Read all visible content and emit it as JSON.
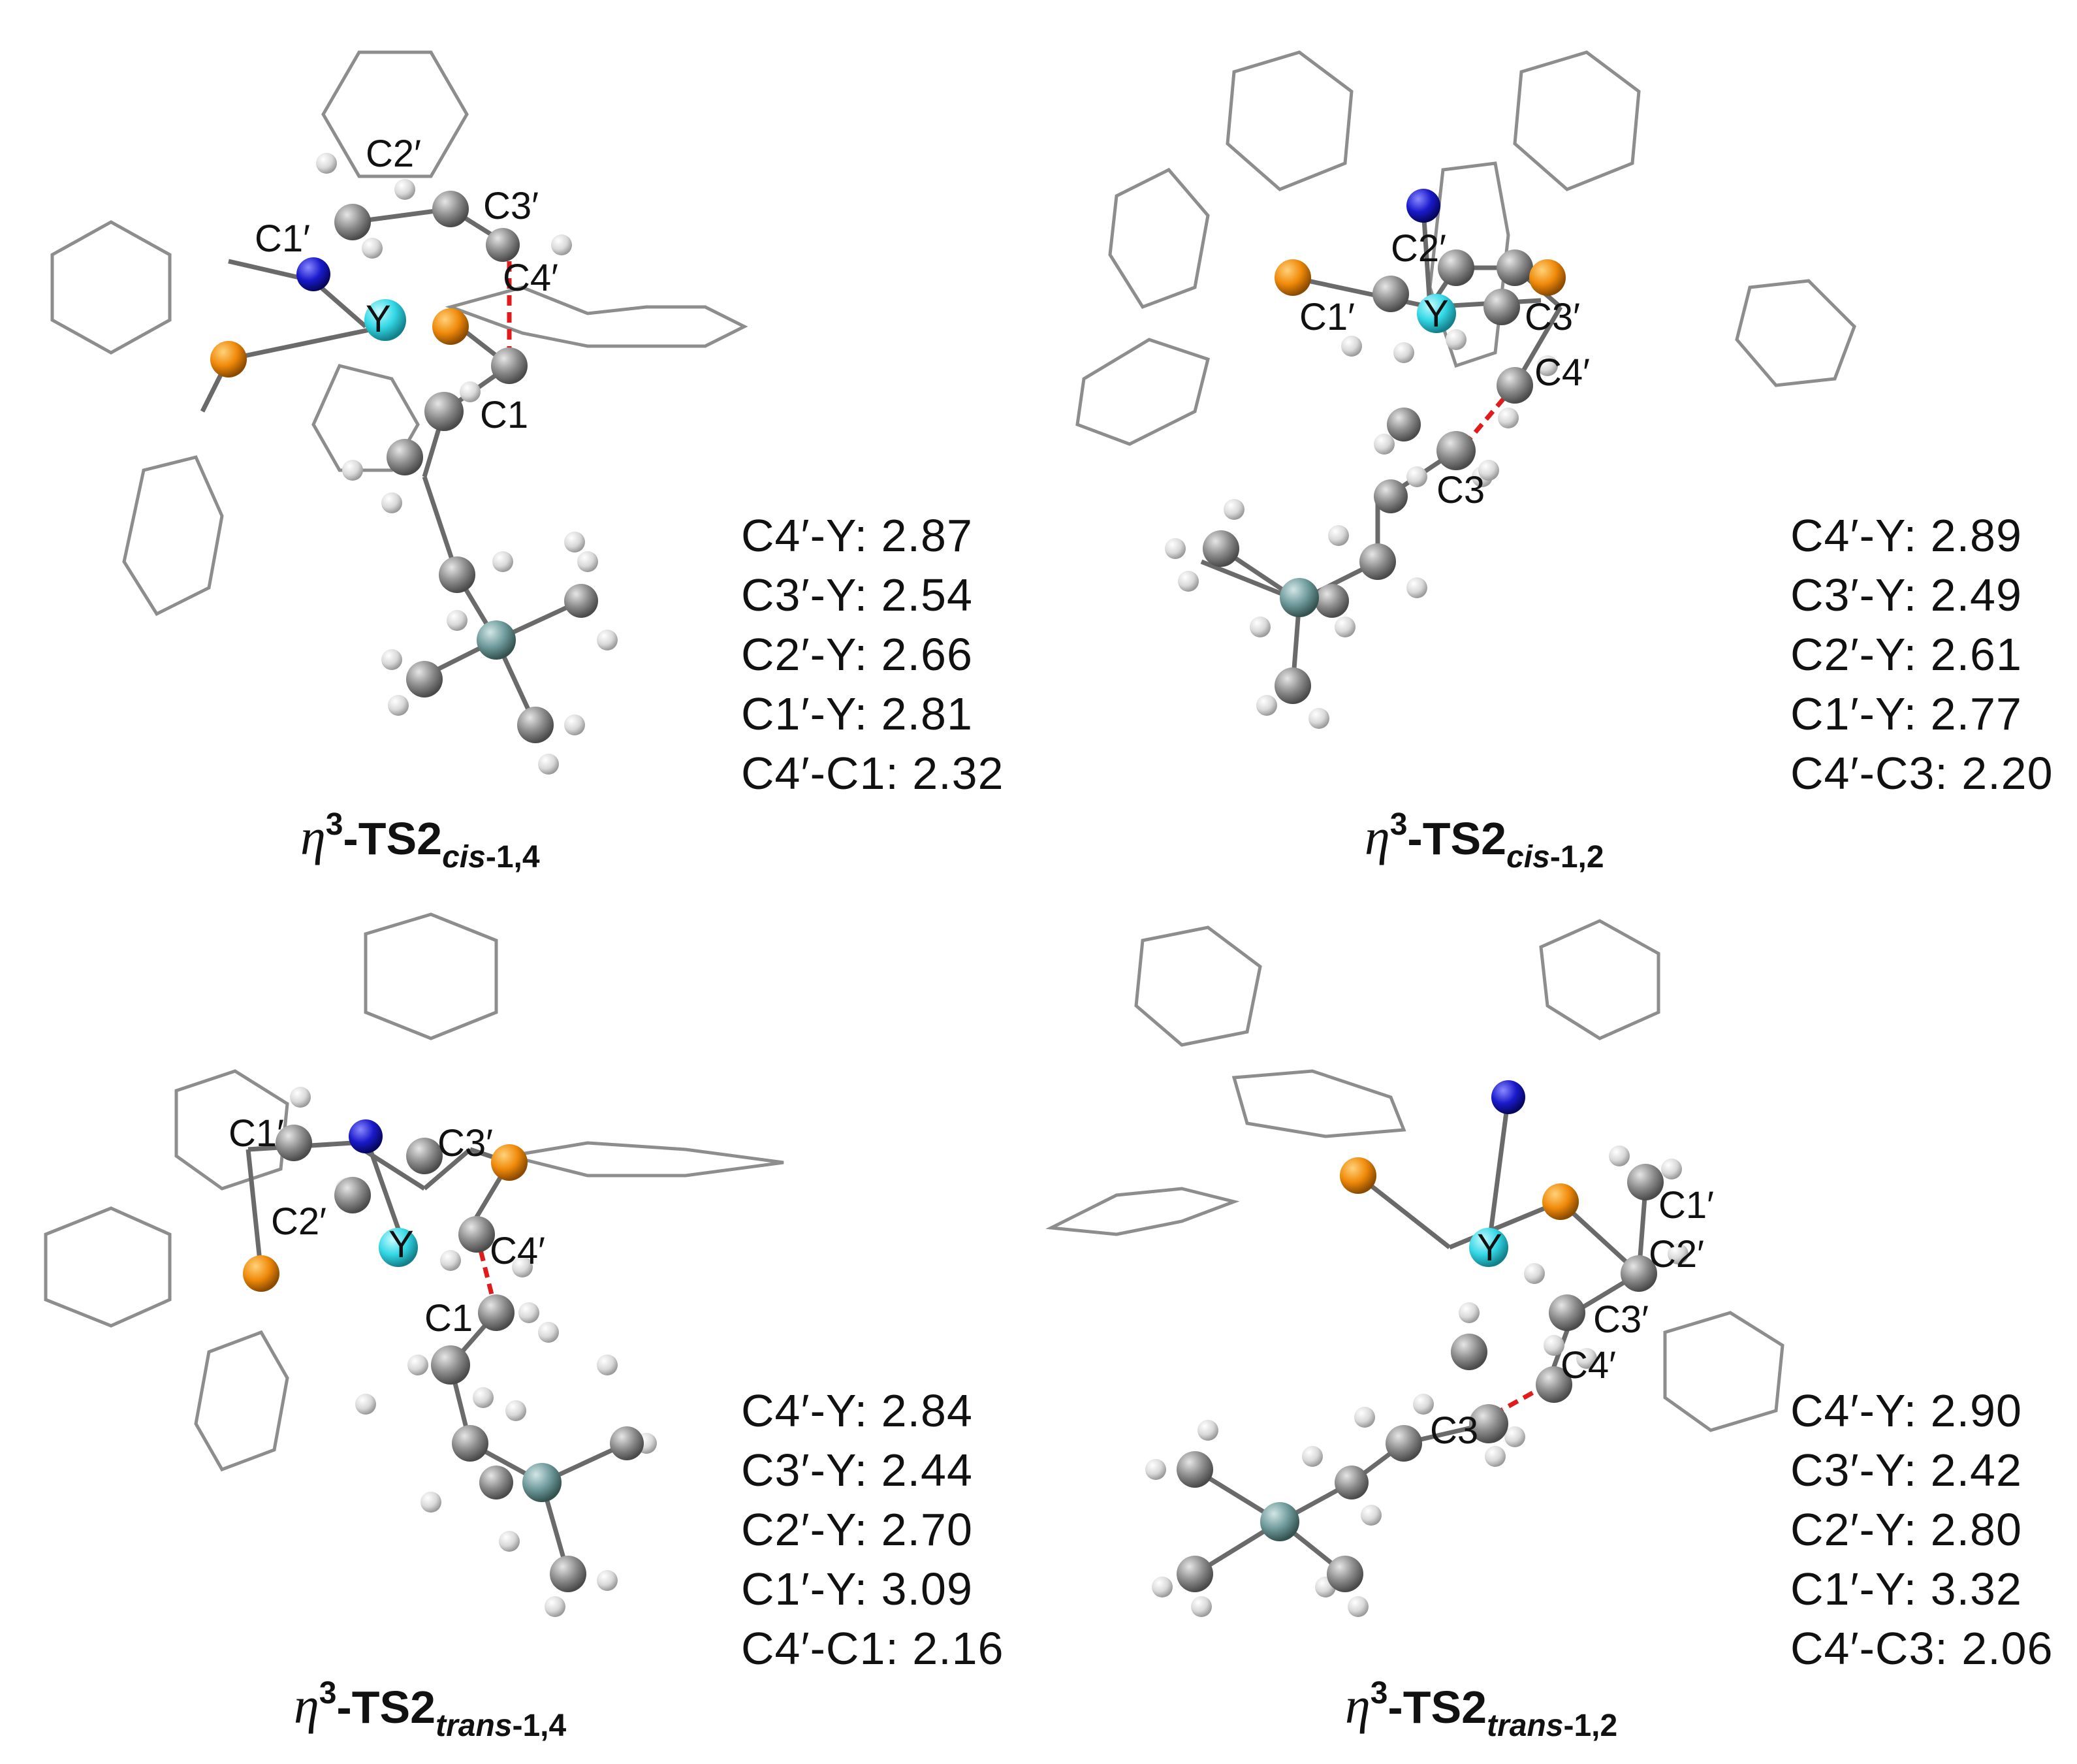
{
  "panels": [
    {
      "caption": {
        "prefix": "η",
        "superscript": "3",
        "main": "-TS2",
        "sub_italic": "cis",
        "sub_rest": "-1,4"
      },
      "distances": [
        "C4′-Y: 2.87",
        "C3′-Y: 2.54",
        "C2′-Y: 2.66",
        "C1′-Y: 2.81",
        "C4′-C1: 2.32"
      ],
      "atom_labels": {
        "c2p": "C2′",
        "c3p": "C3′",
        "c1p": "C1′",
        "c4p": "C4′",
        "y": "Y",
        "c1": "C1"
      }
    },
    {
      "caption": {
        "prefix": "η",
        "superscript": "3",
        "main": "-TS2",
        "sub_italic": "cis",
        "sub_rest": "-1,2"
      },
      "distances": [
        "C4′-Y: 2.89",
        "C3′-Y: 2.49",
        "C2′-Y: 2.61",
        "C1′-Y: 2.77",
        "C4′-C3: 2.20"
      ],
      "atom_labels": {
        "c2p": "C2′",
        "c1p": "C1′",
        "y": "Y",
        "c3p": "C3′",
        "c4p": "C4′",
        "c3": "C3"
      }
    },
    {
      "caption": {
        "prefix": "η",
        "superscript": "3",
        "main": "-TS2",
        "sub_italic": "trans",
        "sub_rest": "-1,4"
      },
      "distances": [
        "C4′-Y: 2.84",
        "C3′-Y: 2.44",
        "C2′-Y: 2.70",
        "C1′-Y: 3.09",
        "C4′-C1: 2.16"
      ],
      "atom_labels": {
        "c1p": "C1′",
        "c3p": "C3′",
        "c2p": "C2′",
        "y": "Y",
        "c4p": "C4′",
        "c1": "C1"
      }
    },
    {
      "caption": {
        "prefix": "η",
        "superscript": "3",
        "main": "-TS2",
        "sub_italic": "trans",
        "sub_rest": "-1,2"
      },
      "distances": [
        "C4′-Y: 2.90",
        "C3′-Y: 2.42",
        "C2′-Y: 2.80",
        "C1′-Y: 3.32",
        "C4′-C3: 2.06"
      ],
      "atom_labels": {
        "c1p": "C1′",
        "y": "Y",
        "c2p": "C2′",
        "c3p": "C3′",
        "c4p": "C4′",
        "c3": "C3"
      }
    }
  ],
  "colors": {
    "nitrogen": "#1a1acc",
    "phosphorus": "#f08a0a",
    "yttrium": "#33d8e6",
    "silicon": "#6f9a9c",
    "carbon": "#8a8a8a",
    "hydrogen": "#ebebeb",
    "ts_bond": "#e11b1b"
  }
}
